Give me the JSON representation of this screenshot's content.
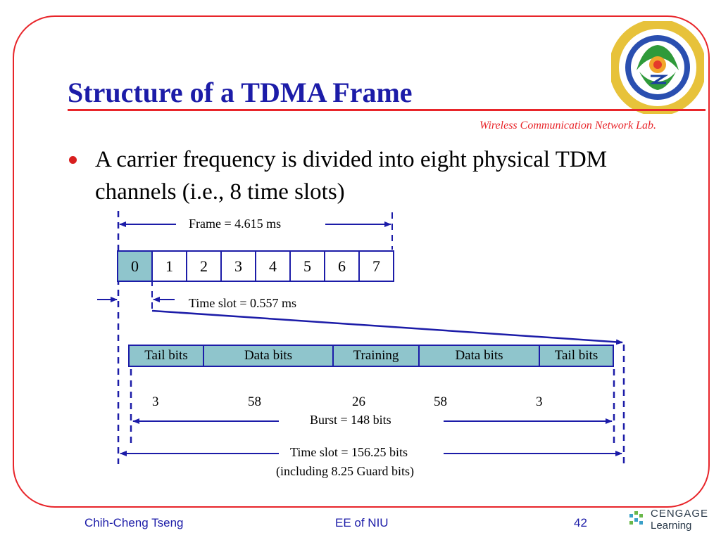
{
  "slide": {
    "title": "Structure of a TDMA Frame",
    "lab_name": "Wireless Communication Network Lab.",
    "bullet": "A carrier frequency is divided into eight physical TDM channels (i.e., 8 time slots)"
  },
  "diagram": {
    "frame_label": "Frame = 4.615 ms",
    "slots": [
      "0",
      "1",
      "2",
      "3",
      "4",
      "5",
      "6",
      "7"
    ],
    "timeslot_ms_label": "Time slot = 0.557 ms",
    "burst_fields": [
      {
        "label": "Tail bits",
        "bits": "3"
      },
      {
        "label": "Data bits",
        "bits": "58"
      },
      {
        "label": "Training",
        "bits": "26"
      },
      {
        "label": "Data bits",
        "bits": "58"
      },
      {
        "label": "Tail bits",
        "bits": "3"
      }
    ],
    "burst_label": "Burst = 148 bits",
    "timeslot_bits_label": "Time slot = 156.25 bits",
    "guard_label": "(including 8.25 Guard bits)"
  },
  "footer": {
    "author": "Chih-Cheng Tseng",
    "course": "EE of NIU",
    "page": "42",
    "publisher_line1": "CENGAGE",
    "publisher_line2": "Learning"
  },
  "colors": {
    "accent_red": "#e8252a",
    "title_blue": "#1c1ca8",
    "field_fill": "#8fc5cc"
  }
}
